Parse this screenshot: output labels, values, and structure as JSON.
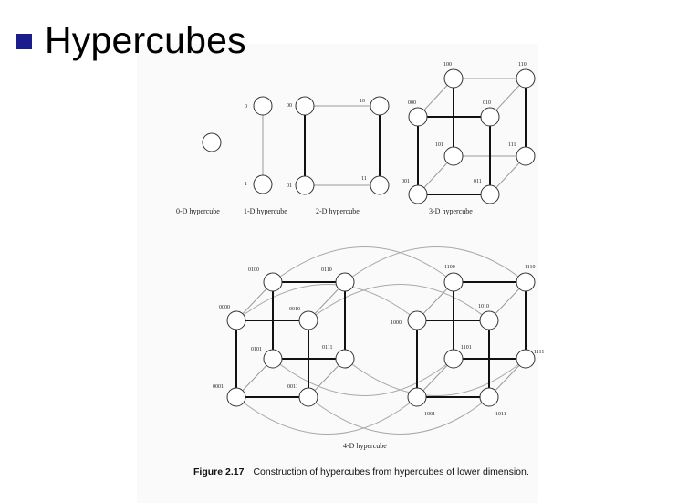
{
  "slide": {
    "title": "Hypercubes"
  },
  "cubes": {
    "zero_d": {
      "label": "0-D hypercube"
    },
    "one_d": {
      "label": "1-D hypercube",
      "nodes": [
        "0",
        "1"
      ]
    },
    "two_d": {
      "label": "2-D hypercube",
      "nodes": [
        "00",
        "10",
        "01",
        "11"
      ]
    },
    "three_d": {
      "label": "3-D hypercube",
      "nodes": [
        "100",
        "110",
        "000",
        "010",
        "101",
        "111",
        "001",
        "011"
      ]
    },
    "four_d": {
      "label": "4-D hypercube",
      "nodes": [
        "0100",
        "0110",
        "0000",
        "0010",
        "0101",
        "0111",
        "0001",
        "0011",
        "1100",
        "1110",
        "1000",
        "1010",
        "1101",
        "1111",
        "1001",
        "1011"
      ]
    }
  },
  "figure": {
    "number": "Figure 2.17",
    "caption": "Construction of hypercubes from hypercubes of lower dimension."
  }
}
